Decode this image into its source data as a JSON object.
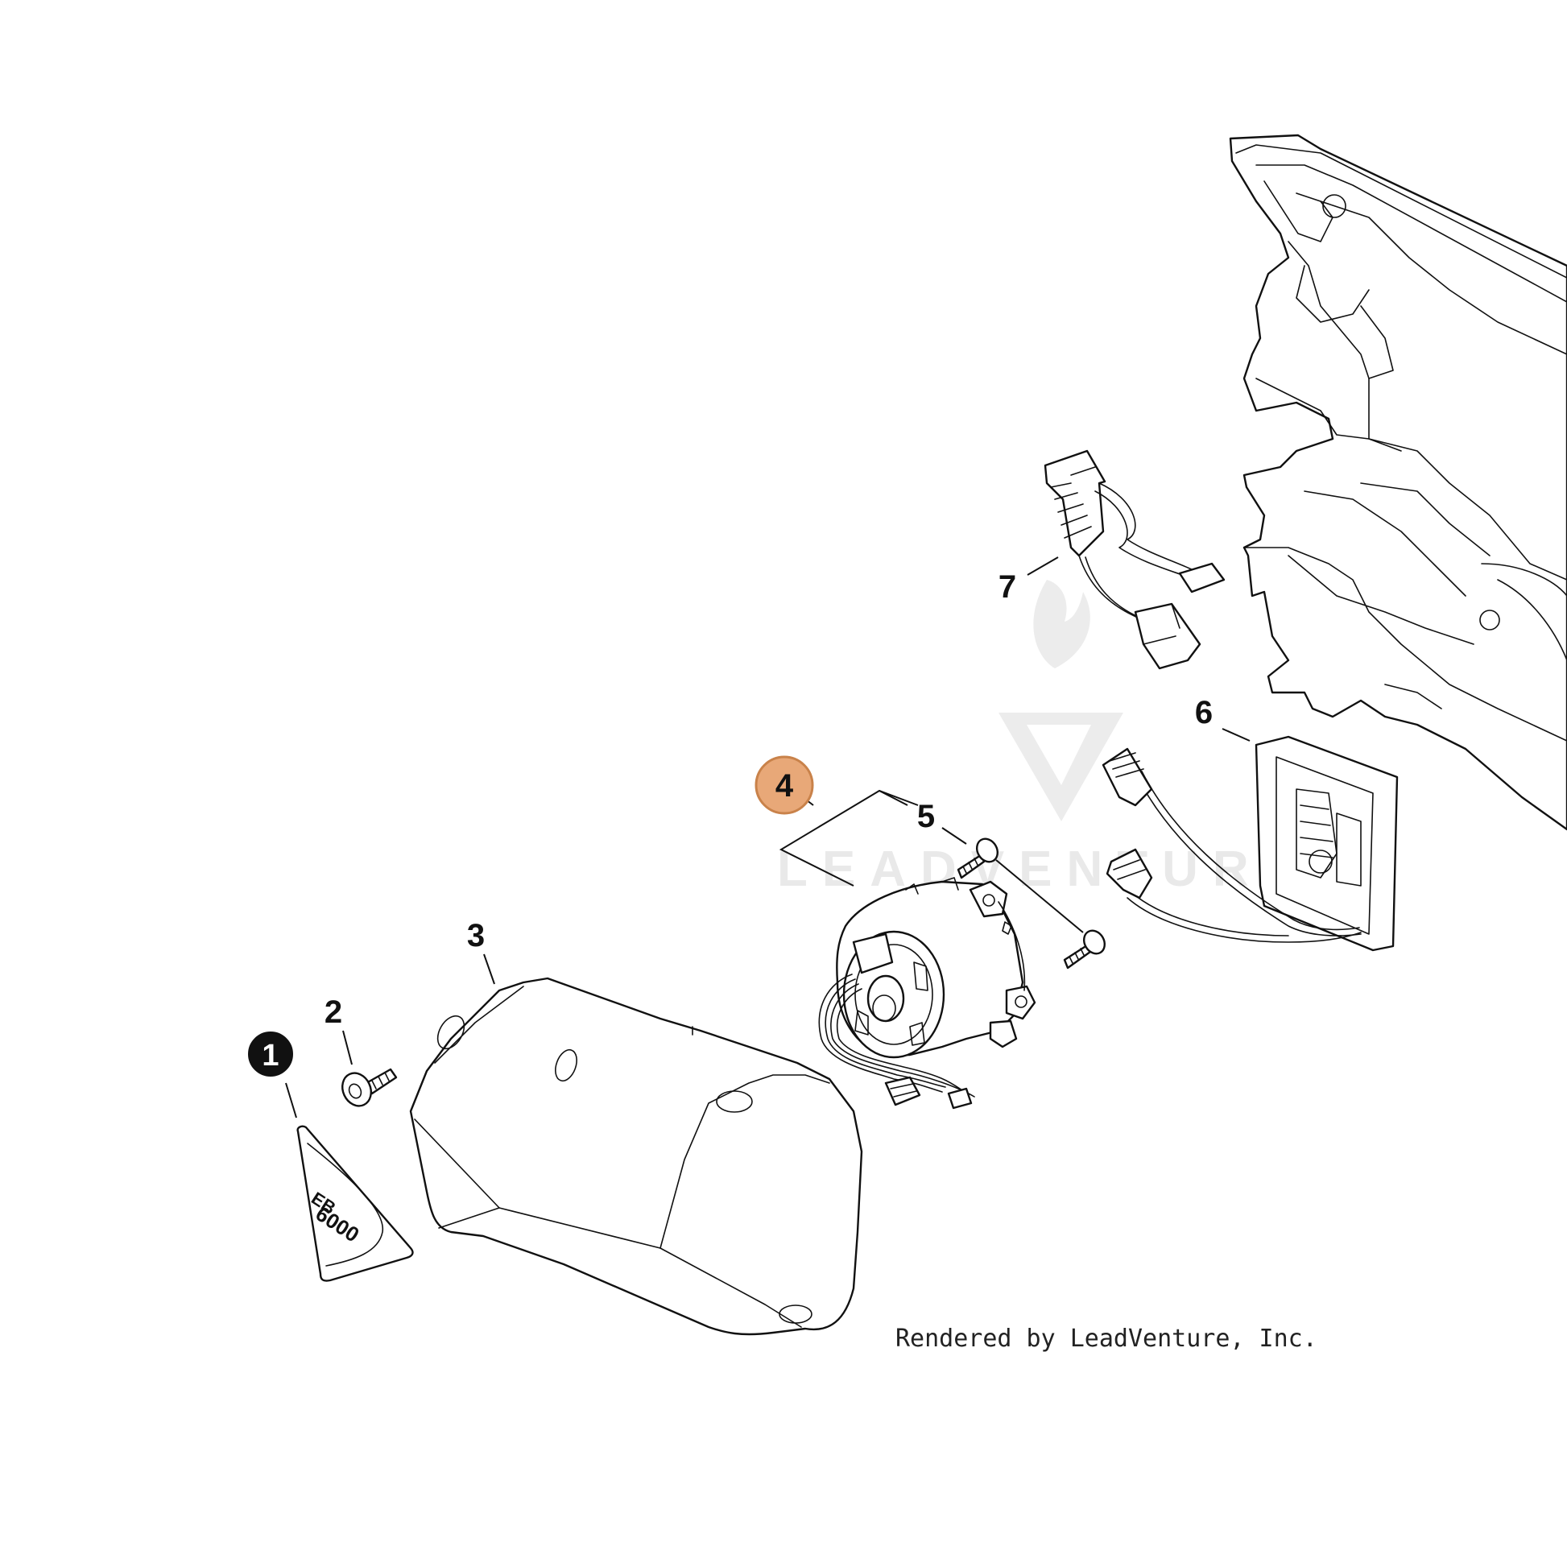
{
  "diagram": {
    "callouts": [
      {
        "id": "1",
        "label": "1",
        "style": "filled-black"
      },
      {
        "id": "2",
        "label": "2",
        "style": "plain"
      },
      {
        "id": "3",
        "label": "3",
        "style": "plain"
      },
      {
        "id": "4",
        "label": "4",
        "style": "highlighted",
        "highlight_color": "#e8a878",
        "highlight_stroke": "#c9824a"
      },
      {
        "id": "5",
        "label": "5",
        "style": "plain"
      },
      {
        "id": "6",
        "label": "6",
        "style": "plain"
      },
      {
        "id": "7",
        "label": "7",
        "style": "plain"
      }
    ],
    "decal": {
      "line1": "EB",
      "line2": "6000"
    },
    "watermark": {
      "text": "LEADVENTURE",
      "color": "#e9e9e9"
    },
    "credit": "Rendered by LeadVenture, Inc."
  }
}
